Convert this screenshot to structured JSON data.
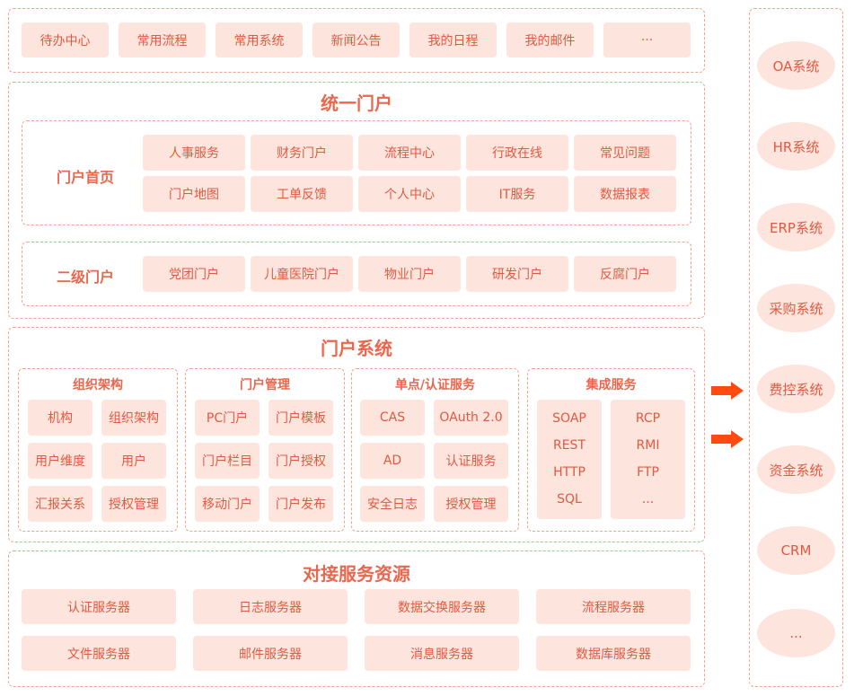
{
  "top_nav": [
    "待办中心",
    "常用流程",
    "常用系统",
    "新闻公告",
    "我的日程",
    "我的邮件",
    "···"
  ],
  "portal": {
    "title": "统一门户",
    "home_label": "门户首页",
    "home_items": [
      "人事服务",
      "财务门户",
      "流程中心",
      "行政在线",
      "常见问题",
      "门户地图",
      "工单反馈",
      "个人中心",
      "IT服务",
      "数据报表"
    ],
    "secondary_label": "二级门户",
    "secondary_items": [
      "党团门户",
      "儿童医院门户",
      "物业门户",
      "研发门户",
      "反腐门户"
    ]
  },
  "portal_system": {
    "title": "门户系统",
    "sections": [
      {
        "title": "组织架构",
        "items": [
          "机构",
          "组织架构",
          "用户维度",
          "用户",
          "汇报关系",
          "授权管理"
        ]
      },
      {
        "title": "门户管理",
        "items": [
          "PC门户",
          "门户模板",
          "门户栏目",
          "门户授权",
          "移动门户",
          "门户发布"
        ]
      },
      {
        "title": "单点/认证服务",
        "items": [
          "CAS",
          "OAuth 2.0",
          "AD",
          "认证服务",
          "安全日志",
          "授权管理"
        ]
      },
      {
        "title": "集成服务",
        "col1": [
          "SOAP",
          "REST",
          "HTTP",
          "SQL"
        ],
        "col2": [
          "RCP",
          "RMI",
          "FTP",
          "..."
        ]
      }
    ]
  },
  "resources": {
    "title": "对接服务资源",
    "items": [
      "认证服务器",
      "日志服务器",
      "数据交换服务器",
      "流程服务器",
      "文件服务器",
      "邮件服务器",
      "消息服务器",
      "数据库服务器"
    ]
  },
  "external_systems": [
    "OA系统",
    "HR系统",
    "ERP系统",
    "采购系统",
    "费控系统",
    "资金系统",
    "CRM",
    "..."
  ],
  "colors": {
    "accent": "#e8674d",
    "pill_bg": "#fde4dc",
    "border": "#f0a48e",
    "arrow": "#ff4a10"
  }
}
